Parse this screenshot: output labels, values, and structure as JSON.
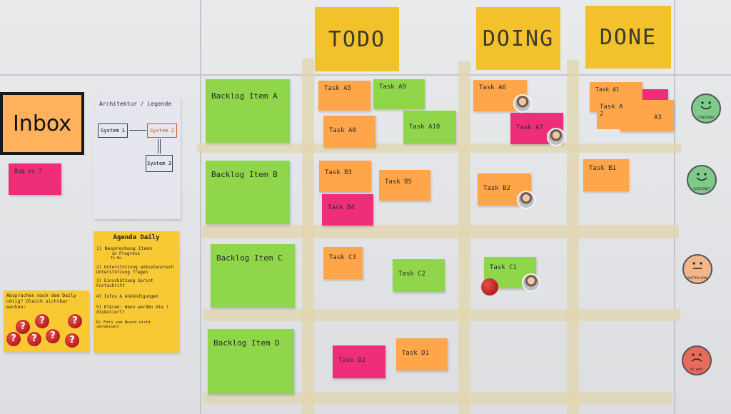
{
  "board": {
    "headers": {
      "todo": "TODO",
      "doing": "DOING",
      "done": "DONE"
    },
    "inbox": {
      "title": "Inbox",
      "note": "Bug xy ?"
    },
    "architecture": {
      "title": "Architektur / Legende",
      "system1": "System 1",
      "system2": "System 2",
      "system3": "System 3"
    },
    "agenda": {
      "title": "Agenda Daily",
      "items": [
        "1) Besprechung Items",
        "- in Progress",
        "- To Do",
        "2) Unterstützung anbieten/nach Unterstützung fragen",
        "3) Einschätzung Sprint Fortschritt",
        "4) Infos & Ankündigungen",
        "5) Klären: Wann werden die ? diskutiert?",
        "6) Foto vom Board nicht vergessen!"
      ]
    },
    "aside_note": {
      "text": "Absprachen nach dem Daily nötig? Gleich sichtbar machen:",
      "magnet": "?"
    },
    "backlog": [
      "Backlog Item A",
      "Backlog Item B",
      "Backlog Item C",
      "Backlog Item D"
    ],
    "tasks": {
      "a5": "Task A5",
      "a9": "Task A9",
      "a8": "Task A8",
      "a10": "Task A10",
      "a6": "Task A6",
      "a7": "Task A7",
      "a1": "Task A1",
      "a2": "Task A 2",
      "a3": "A3",
      "b3": "Task B3",
      "b5": "Task B5",
      "b4": "Task B4",
      "b2": "Task B2",
      "b1": "Task B1",
      "c3": "Task C3",
      "c2": "Task C2",
      "c1": "Task C1",
      "d2": "Task D2",
      "d1": "Task D1"
    },
    "moods": [
      {
        "label": "CONFIDENT",
        "color": "#7fc98a"
      },
      {
        "label": "CONFIDENT",
        "color": "#7fc98a"
      },
      {
        "label": "MATTER HOW",
        "color": "#f3b58a"
      },
      {
        "label": "NO WAY!",
        "color": "#e86a5a"
      }
    ],
    "colors": {
      "header_yellow": "#f3c12c",
      "green": "#8fd64b",
      "orange": "#ffa54a",
      "pink": "#ef2e7a",
      "agenda_yellow": "#f9c934",
      "inbox_orange": "#ffb15c"
    }
  }
}
